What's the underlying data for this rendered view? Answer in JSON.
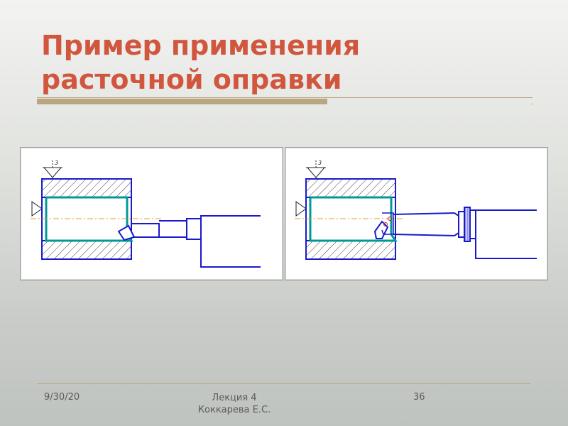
{
  "slide": {
    "title_lines": [
      "Пример применения",
      "расточной оправки"
    ],
    "figures": {
      "roughness_label": "3"
    },
    "footer": {
      "date": "9/30/20",
      "center_lines": [
        "Лекция 4",
        "Коккарева Е.С."
      ],
      "page_number": "36"
    }
  },
  "colors": {
    "title": "#d0573e",
    "accent_rule": "#b9a57f",
    "drawing_outline": "#1a1acc",
    "bore_surface": "#009999",
    "centerline": "#e0a030",
    "hatch": "#444444"
  }
}
